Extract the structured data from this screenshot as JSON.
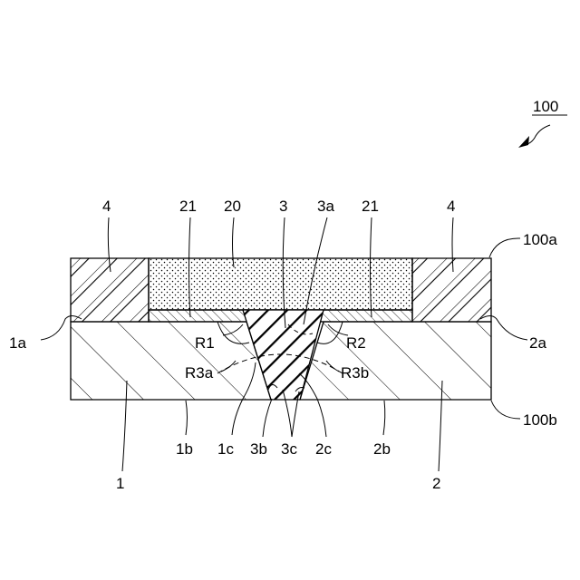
{
  "figure": {
    "ref_number": "100",
    "labels": {
      "part_4_left": "4",
      "part_21_left": "21",
      "part_20": "20",
      "part_3": "3",
      "part_3a": "3a",
      "part_21_right": "21",
      "part_4_right": "4",
      "surface_100a": "100a",
      "surface_1a": "1a",
      "surface_2a": "2a",
      "r1": "R1",
      "r2": "R2",
      "r3a": "R3a",
      "r3b": "R3b",
      "surface_100b": "100b",
      "surface_1b": "1b",
      "point_1c": "1c",
      "point_3b": "3b",
      "point_3c": "3c",
      "point_2c": "2c",
      "surface_2b": "2b",
      "part_1": "1",
      "part_2": "2"
    }
  }
}
